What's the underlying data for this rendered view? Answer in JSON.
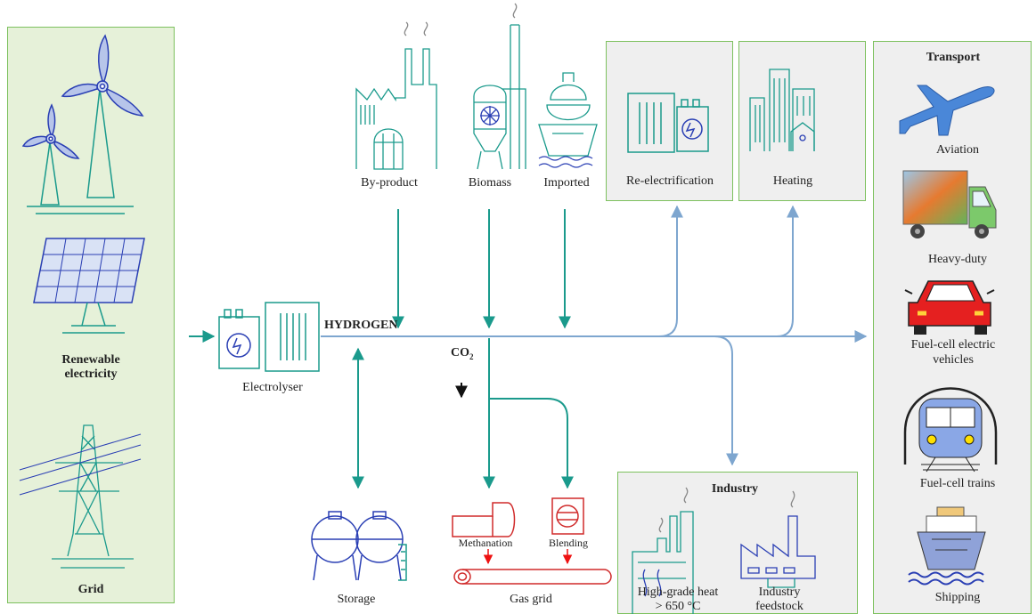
{
  "sources": {
    "renewable": "Renewable electricity",
    "renewable_line1": "Renewable",
    "renewable_line2": "electricity",
    "grid": "Grid"
  },
  "production": {
    "electrolyser": "Electrolyser",
    "hydrogen": "HYDROGEN",
    "co2": "CO",
    "co2_sub": "2",
    "byproduct": "By-product",
    "biomass": "Biomass",
    "imported": "Imported"
  },
  "storage": {
    "label": "Storage"
  },
  "gas": {
    "methanation": "Methanation",
    "blending": "Blending",
    "gas_grid": "Gas grid"
  },
  "power": {
    "reelectrification": "Re-electrification",
    "heating": "Heating"
  },
  "industry": {
    "title": "Industry",
    "heat_line1": "High-grade heat",
    "heat_line2": "> 650 °C",
    "feed_line1": "Industry",
    "feed_line2": "feedstock"
  },
  "transport": {
    "title": "Transport",
    "aviation": "Aviation",
    "heavy_duty": "Heavy-duty",
    "fcev_line1": "Fuel-cell electric",
    "fcev_line2": "vehicles",
    "trains": "Fuel-cell trains",
    "shipping": "Shipping"
  },
  "colors": {
    "panel_green_fill": "#e6f1d9",
    "panel_grey_fill": "#efefef",
    "panel_border": "#7dc15e",
    "teal": "#1a9a8c",
    "blue_line": "#7ea6cf",
    "red_outline": "#d02a2a",
    "icon_blue": "#2a3fb4"
  }
}
